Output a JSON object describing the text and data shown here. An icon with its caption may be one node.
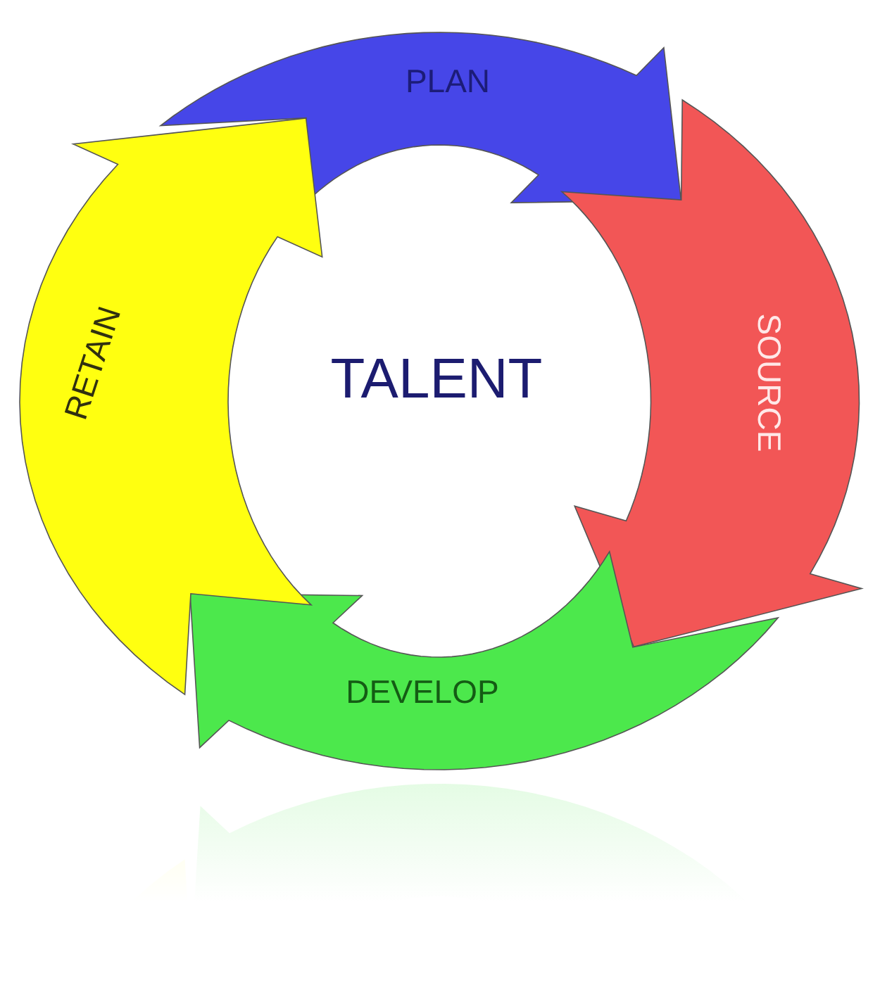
{
  "diagram": {
    "nodes": [
      {
        "text": [
          "PLAN"
        ]
      },
      {
        "text": [
          "SOURCE"
        ]
      },
      {
        "text": [
          "DEVELOP"
        ]
      },
      {
        "text": [
          "RETAIN"
        ]
      },
      {
        "text": [
          "TALENT"
        ]
      }
    ]
  }
}
